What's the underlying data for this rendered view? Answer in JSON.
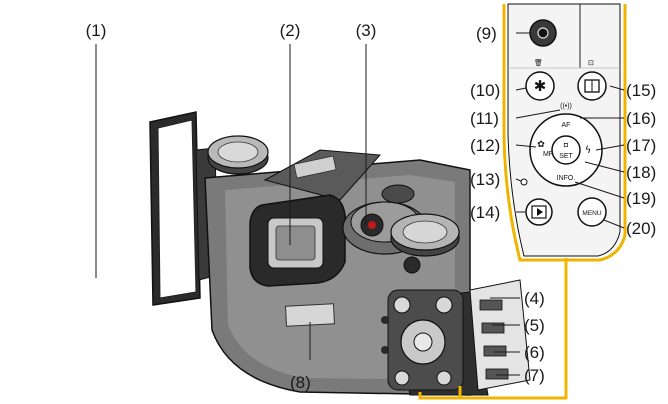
{
  "callouts": {
    "c1": "(1)",
    "c2": "(2)",
    "c3": "(3)",
    "c4": "(4)",
    "c5": "(5)",
    "c6": "(6)",
    "c7": "(7)",
    "c8": "(8)",
    "c9": "(9)",
    "c10": "(10)",
    "c11": "(11)",
    "c12": "(12)",
    "c13": "(13)",
    "c14": "(14)",
    "c15": "(15)",
    "c16": "(16)",
    "c17": "(17)",
    "c18": "(18)",
    "c19": "(19)",
    "c20": "(20)"
  },
  "panel": {
    "menu_label": "MENU",
    "info_label": "INFO.",
    "set_label": "SET",
    "af_label": "AF",
    "mf_label": "MF"
  },
  "colors": {
    "accent": "#f0b400",
    "line": "#1a1a1a"
  },
  "icons": {
    "star": "star-icon",
    "play": "play-icon",
    "flash": "flash-icon",
    "wifi": "wifi-icon",
    "trash": "trash-icon",
    "macro": "macro-icon"
  }
}
